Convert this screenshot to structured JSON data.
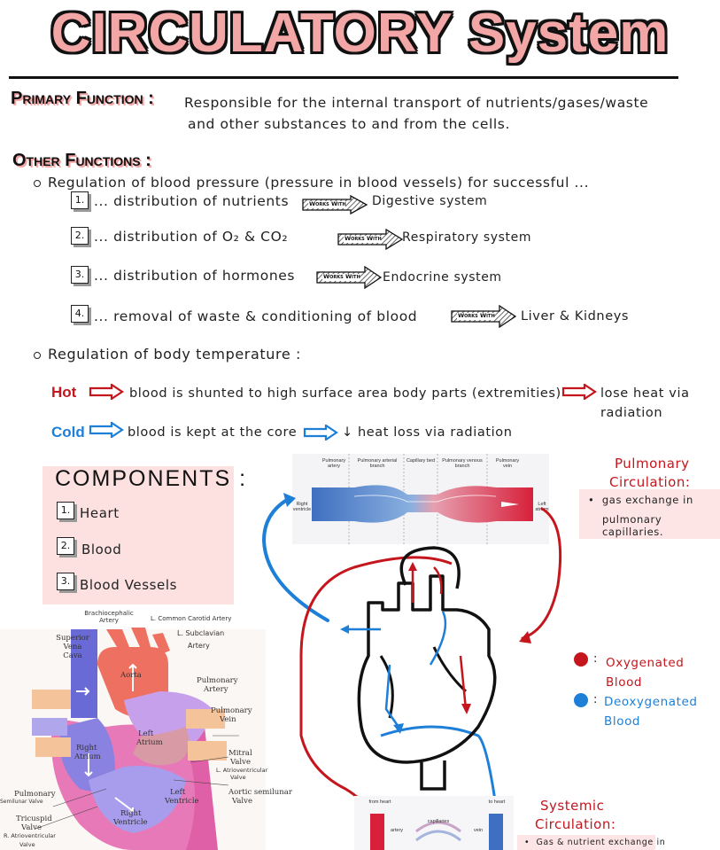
{
  "title": "CIRCULATORY System",
  "primary": {
    "heading": "Primary Function :",
    "line1": "Responsible for the internal transport of nutrients/gases/waste",
    "line2": "and other substances to and from the cells."
  },
  "other": {
    "heading": "Other Functions :",
    "bullet1": "Regulation of blood pressure (pressure in blood vessels) for successful ...",
    "items": [
      {
        "num": "1.",
        "text": "... distribution of nutrients",
        "works": "Works With",
        "system": "Digestive system"
      },
      {
        "num": "2.",
        "text": "... distribution of O₂ & CO₂",
        "works": "Works With",
        "system": "Respiratory system"
      },
      {
        "num": "3.",
        "text": "... distribution of hormones",
        "works": "Works With",
        "system": "Endocrine system"
      },
      {
        "num": "4.",
        "text": "... removal of waste & conditioning of blood",
        "works": "Works With",
        "system": "Liver & Kidneys"
      }
    ],
    "bullet2": "Regulation of body temperature :",
    "hot_label": "Hot",
    "hot_text": "blood is shunted to high surface area body parts (extremities)",
    "hot_result1": "lose heat via",
    "hot_result2": "radiation",
    "cold_label": "Cold",
    "cold_text": "blood is kept at the core",
    "cold_result": "↓ heat loss via radiation"
  },
  "components": {
    "heading": "COMPONENTS :",
    "items": [
      {
        "num": "1.",
        "label": "Heart"
      },
      {
        "num": "2.",
        "label": "Blood"
      },
      {
        "num": "3.",
        "label": "Blood Vessels"
      }
    ]
  },
  "pulmonary": {
    "heading1": "Pulmonary",
    "heading2": "Circulation:",
    "note1": "gas exchange in",
    "note2": "pulmonary capillaries."
  },
  "systemic": {
    "heading1": "Systemic",
    "heading2": "Circulation:",
    "note": "Gas & nutrient exchange in"
  },
  "legend": {
    "oxygenated1": "Oxygenated",
    "oxygenated2": "Blood",
    "deoxygenated1": "Deoxygenated",
    "deoxygenated2": "Blood",
    "colon": ":",
    "red": "#c4161c",
    "blue": "#1e7fd8"
  },
  "vessel_diagram": {
    "col1": "Pulmonary artery",
    "col2": "Pulmonary arterial branch",
    "col3": "Capillary bed",
    "col4": "Pulmonary venous branch",
    "col5": "Pulmonary vein",
    "right_ventricle": "Right ventricle",
    "left_atrium": "Left atrium"
  },
  "heart_labels": {
    "brachiocephalic": "Brachiocephalic Artery",
    "l_common_carotid": "L. Common Carotid Artery",
    "l_subclavian1": "L. Subclavian",
    "l_subclavian2": "Artery",
    "superior_vena_cava1": "Superior",
    "superior_vena_cava2": "Vena Cava",
    "aorta": "Aorta",
    "pulmonary_artery1": "Pulmonary",
    "pulmonary_artery2": "Artery",
    "pulmonary_vein1": "Pulmonary",
    "pulmonary_vein2": "Vein",
    "left_atrium1": "Left",
    "left_atrium2": "Atrium",
    "right_atrium1": "Right",
    "right_atrium2": "Atrium",
    "mitral1": "Mitral",
    "mitral2": "Valve",
    "l_atrioventricular1": "L. Atrioventricular",
    "l_atrioventricular2": "Valve",
    "aortic1": "Aortic semilunar",
    "aortic2": "Valve",
    "left_ventricle1": "Left",
    "left_ventricle2": "Ventricle",
    "right_ventricle1": "Right",
    "right_ventricle2": "Ventricle",
    "pulmonary_valve1": "Pulmonary",
    "pulmonary_valve2": "Semilunar Valve",
    "tricuspid1": "Tricuspid",
    "tricuspid2": "Valve",
    "r_atrioventricular1": "R. Atrioventricular",
    "r_atrioventricular2": "Valve"
  },
  "systemic_diagram": {
    "from_heart": "from heart",
    "to_heart": "to heart",
    "artery": "artery",
    "capillaries": "capillaries",
    "vein": "vein"
  }
}
